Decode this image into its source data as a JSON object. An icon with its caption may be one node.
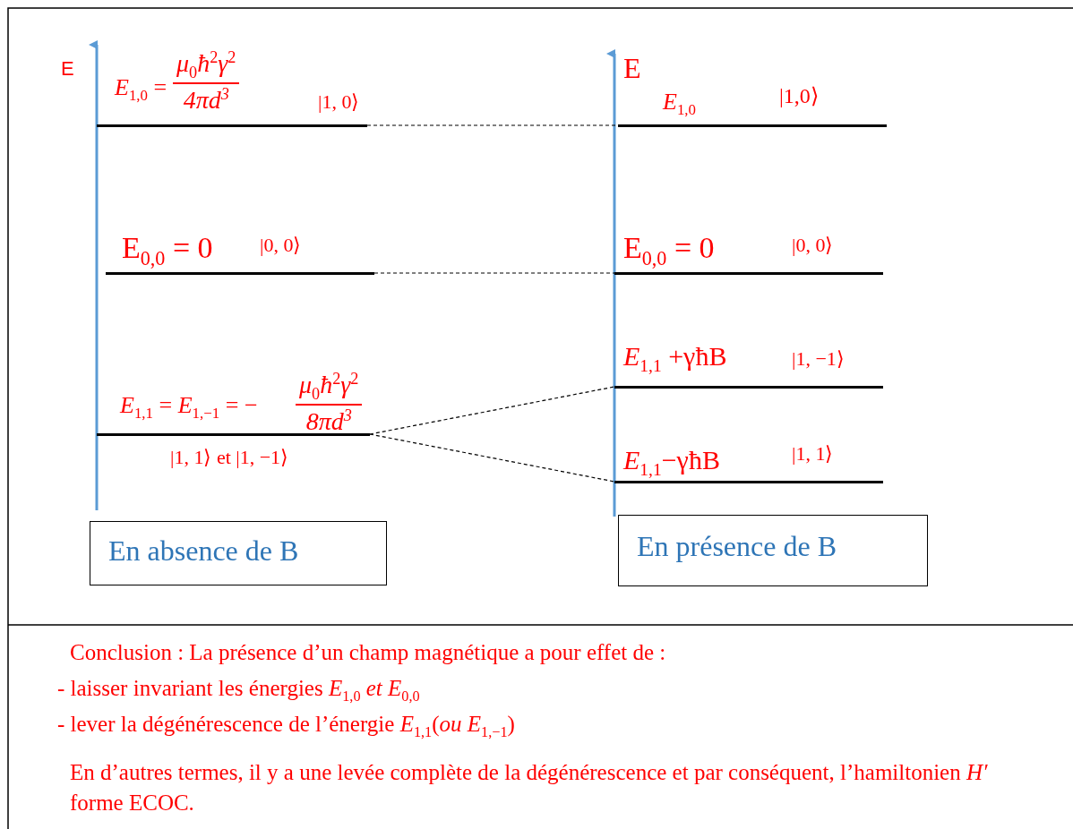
{
  "diagram": {
    "nodes": [
      {
        "text": [
          "*E*$_{1,0}$ =",
          "*μ*$_{0}$*ħ*$^{2}$*γ*$^{2}$",
          "4πd$^{3}$",
          "|1, 0⟩"
        ]
      },
      {
        "text": [
          "E$_{0,0}$ = 0",
          "|0, 0⟩"
        ]
      },
      {
        "text": [
          "*E*$_{1,1}$ = *E*$_{1,−1}$ = −",
          "*μ*$_{0}$*ħ*$^{2}$*γ*$^{2}$",
          "8πd$^{3}$",
          "|1, 1⟩ et |1, −1⟩"
        ]
      },
      {
        "text": [
          "*E*$_{1,0}$",
          "|1,0⟩"
        ]
      },
      {
        "text": [
          "E$_{0,0}$  = 0",
          "|0, 0⟩"
        ]
      },
      {
        "text": [
          "*E*$_{1,1}$ +γħB",
          "|1, −1⟩"
        ]
      },
      {
        "text": [
          "*E*$_{1,1}$−γħB",
          "|1, 1⟩"
        ]
      },
      {
        "text": [
          "En absence de B"
        ]
      },
      {
        "text": [
          "En présence de B"
        ]
      }
    ],
    "edges": [
      {
        "from": 0,
        "to": 3,
        "arrow": "none",
        "style": "dashed"
      },
      {
        "from": 1,
        "to": 4,
        "arrow": "none",
        "style": "dashed"
      },
      {
        "from": 2,
        "to": 5,
        "arrow": "none",
        "style": "dashed"
      },
      {
        "from": 2,
        "to": 6,
        "arrow": "none",
        "style": "dashed"
      }
    ],
    "labels": [
      "E",
      "E",
      "Conclusion : La présence d’un champ magnétique a pour effet de :",
      "- laisser invariant les énergies *E*$_{1,0}$ *et E*$_{0,0}$",
      "- lever la dégénérescence de l’énergie *E*$_{1,1}$(*ou E*$_{1,−1}$)",
      "En d’autres termes, il y a une levée complète de la dégénérescence et par conséquent, l’hamiltonien *H′* forme ECOC."
    ]
  }
}
